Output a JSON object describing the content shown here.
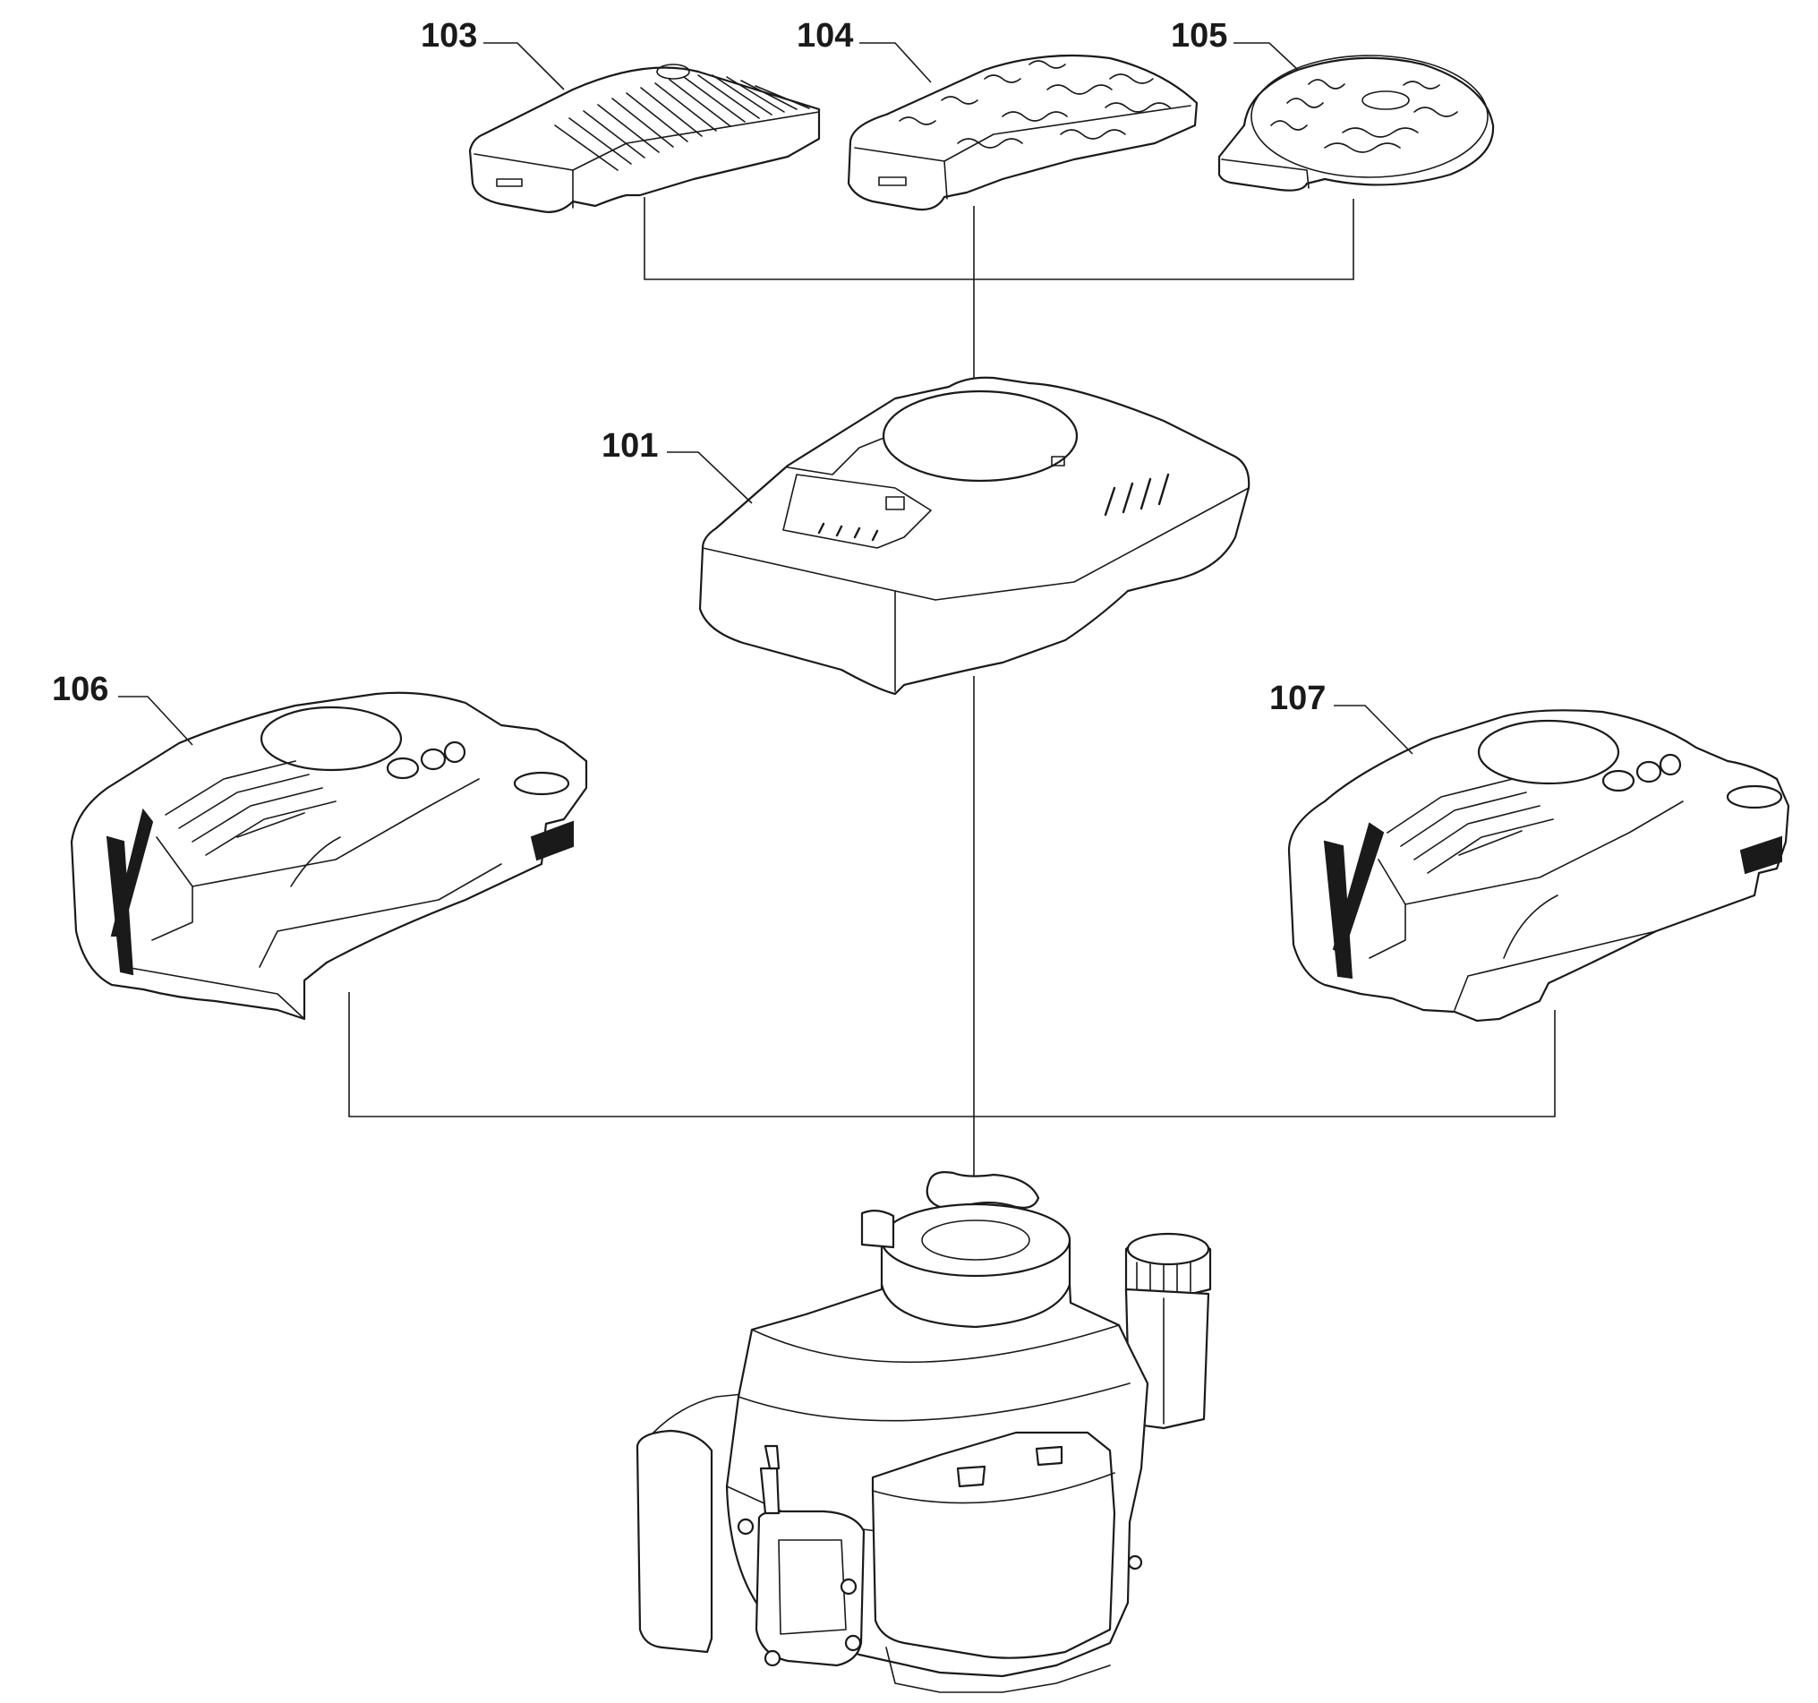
{
  "parts": [
    {
      "id": "103",
      "label": "103",
      "name": "ribbed-top-cover"
    },
    {
      "id": "104",
      "label": "104",
      "name": "wave-pattern-top-cover"
    },
    {
      "id": "105",
      "label": "105",
      "name": "round-wave-cover"
    },
    {
      "id": "101",
      "label": "101",
      "name": "main-engine-cover"
    },
    {
      "id": "106",
      "label": "106",
      "name": "styled-engine-cover-left"
    },
    {
      "id": "107",
      "label": "107",
      "name": "styled-engine-cover-right"
    }
  ],
  "colors": {
    "line": "#1a1a1a",
    "background": "#ffffff"
  }
}
